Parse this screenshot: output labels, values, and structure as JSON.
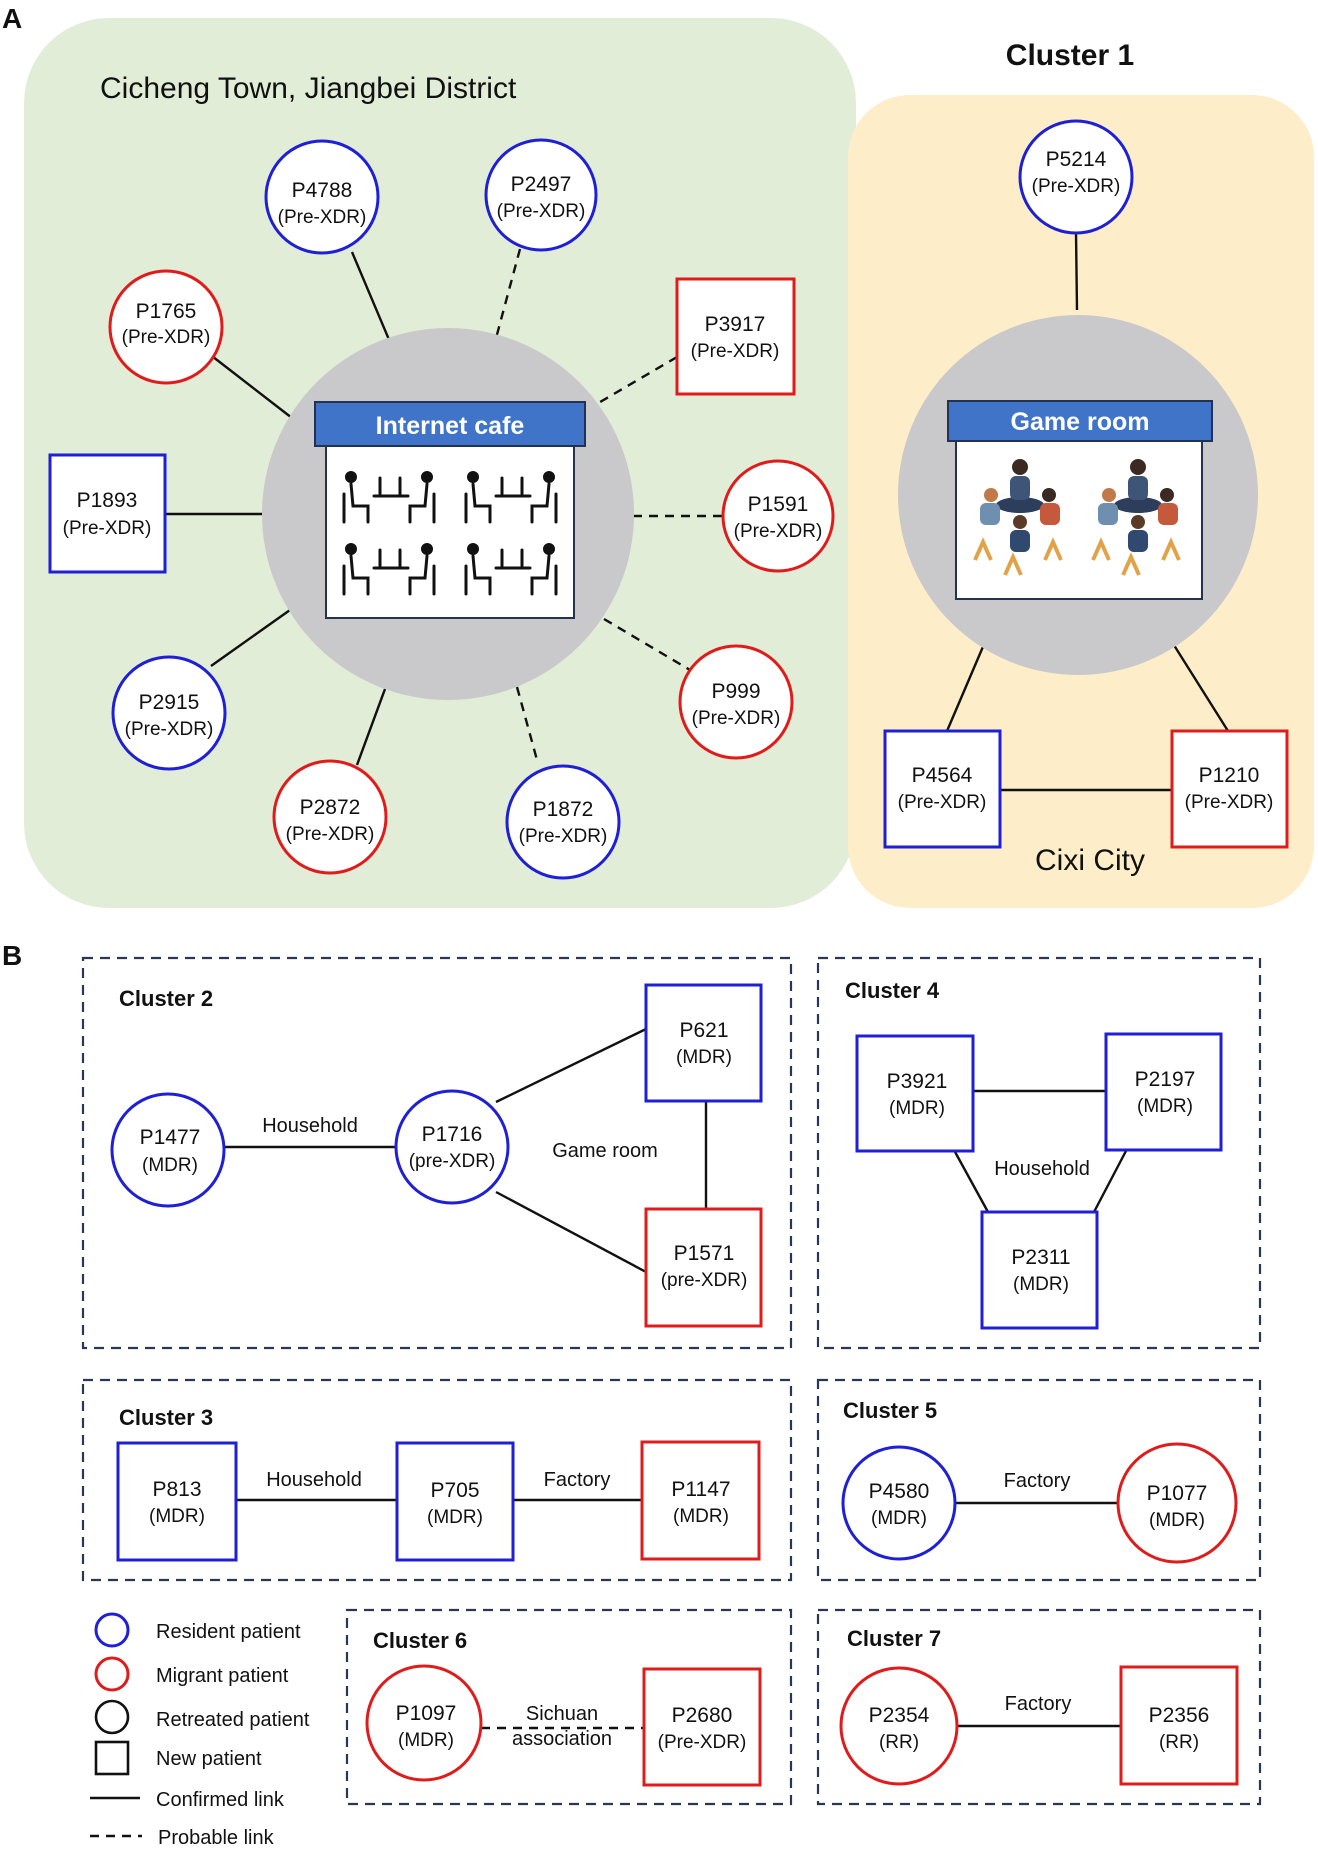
{
  "panel_a": {
    "letter": "A",
    "region": "Cicheng Town, Jiangbei District",
    "hub": "Internet cafe",
    "cluster_title": "Cluster 1",
    "cluster_hub": "Game room",
    "cluster_region": "Cixi City",
    "nodes": [
      {
        "id": "P4788",
        "type": "(Pre-XDR)"
      },
      {
        "id": "P2497",
        "type": "(Pre-XDR)"
      },
      {
        "id": "P1765",
        "type": "(Pre-XDR)"
      },
      {
        "id": "P3917",
        "type": "(Pre-XDR)"
      },
      {
        "id": "P1893",
        "type": "(Pre-XDR)"
      },
      {
        "id": "P1591",
        "type": "(Pre-XDR)"
      },
      {
        "id": "P2915",
        "type": "(Pre-XDR)"
      },
      {
        "id": "P999",
        "type": "(Pre-XDR)"
      },
      {
        "id": "P2872",
        "type": "(Pre-XDR)"
      },
      {
        "id": "P1872",
        "type": "(Pre-XDR)"
      },
      {
        "id": "P5214",
        "type": "(Pre-XDR)"
      },
      {
        "id": "P4564",
        "type": "(Pre-XDR)"
      },
      {
        "id": "P1210",
        "type": "(Pre-XDR)"
      }
    ]
  },
  "panel_b": {
    "letter": "B",
    "cluster2": {
      "title": "Cluster 2",
      "edge_household": "Household",
      "edge_game": "Game room",
      "nodes": [
        {
          "id": "P1477",
          "type": "(MDR)"
        },
        {
          "id": "P1716",
          "type": "(pre-XDR)"
        },
        {
          "id": "P621",
          "type": "(MDR)"
        },
        {
          "id": "P1571",
          "type": "(pre-XDR)"
        }
      ]
    },
    "cluster3": {
      "title": "Cluster 3",
      "edge_household": "Household",
      "edge_factory": "Factory",
      "nodes": [
        {
          "id": "P813",
          "type": "(MDR)"
        },
        {
          "id": "P705",
          "type": "(MDR)"
        },
        {
          "id": "P1147",
          "type": "(MDR)"
        }
      ]
    },
    "cluster4": {
      "title": "Cluster 4",
      "edge_household": "Household",
      "nodes": [
        {
          "id": "P3921",
          "type": "(MDR)"
        },
        {
          "id": "P2197",
          "type": "(MDR)"
        },
        {
          "id": "P2311",
          "type": "(MDR)"
        }
      ]
    },
    "cluster5": {
      "title": "Cluster 5",
      "edge_factory": "Factory",
      "nodes": [
        {
          "id": "P4580",
          "type": "(MDR)"
        },
        {
          "id": "P1077",
          "type": "(MDR)"
        }
      ]
    },
    "cluster6": {
      "title": "Cluster 6",
      "edge_line1": "Sichuan",
      "edge_line2": "association",
      "nodes": [
        {
          "id": "P1097",
          "type": "(MDR)"
        },
        {
          "id": "P2680",
          "type": "(Pre-XDR)"
        }
      ]
    },
    "cluster7": {
      "title": "Cluster 7",
      "edge_factory": "Factory",
      "nodes": [
        {
          "id": "P2354",
          "type": "(RR)"
        },
        {
          "id": "P2356",
          "type": "(RR)"
        }
      ]
    }
  },
  "legend": {
    "resident": "Resident patient",
    "migrant": "Migrant patient",
    "retreated": "Retreated patient",
    "new": "New patient",
    "confirmed": "Confirmed link",
    "probable": "Probable link",
    "colors": {
      "resident": "#1f1fd6",
      "migrant": "#e01b1b"
    }
  }
}
